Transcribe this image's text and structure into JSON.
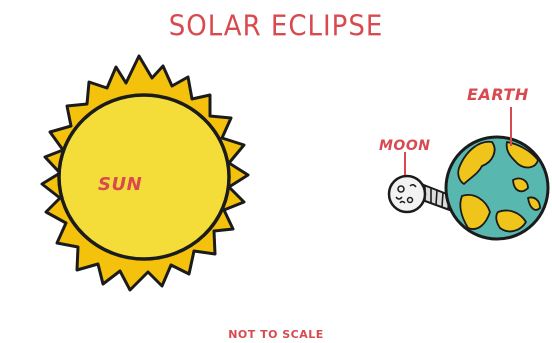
{
  "diagram": {
    "title": "SOLAR ECLIPSE",
    "labels": {
      "sun": "SUN",
      "moon": "MOON",
      "earth": "EARTH"
    },
    "footnote": "NOT TO SCALE"
  },
  "colors": {
    "title_text": "#d94a4f",
    "label_text": "#d84a50",
    "sun_body": "#f5dd39",
    "sun_rays": "#f4c20c",
    "outline": "#1b1b1b",
    "earth_ocean": "#58b8b0",
    "earth_land": "#f0c51b",
    "moon": "#f2f2f2",
    "background": "#ffffff"
  }
}
